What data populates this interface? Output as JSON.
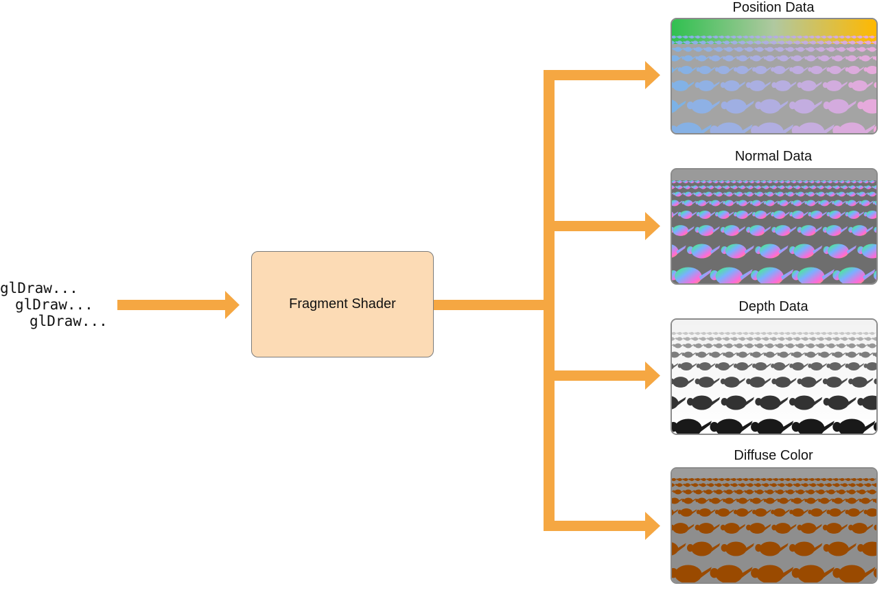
{
  "inputs": {
    "calls": [
      "glDraw...",
      "glDraw...",
      "glDraw..."
    ]
  },
  "shader": {
    "label": "Fragment Shader"
  },
  "outputs": [
    {
      "title": "Position Data",
      "icon": "position-buffer-image"
    },
    {
      "title": "Normal Data",
      "icon": "normal-buffer-image"
    },
    {
      "title": "Depth Data",
      "icon": "depth-buffer-image"
    },
    {
      "title": "Diffuse Color",
      "icon": "diffuse-buffer-image"
    }
  ],
  "colors": {
    "arrow": "#f5a742",
    "shader_fill": "#fcdbb5",
    "diffuse": "#9a4a00"
  }
}
